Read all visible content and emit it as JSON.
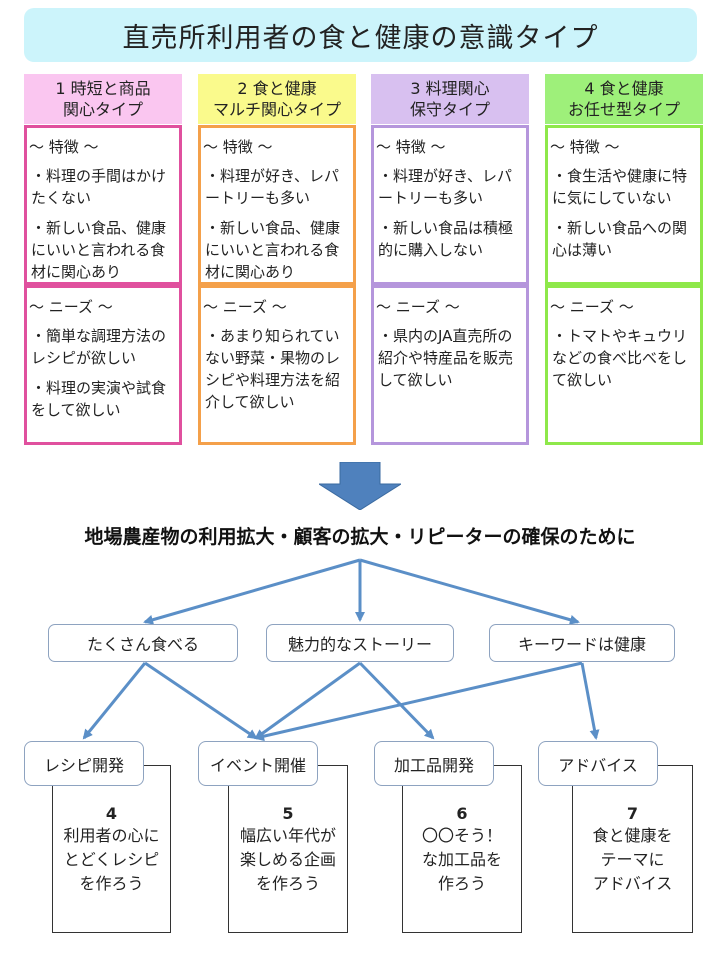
{
  "title": "直売所利用者の食と健康の意識タイプ",
  "types": [
    {
      "head1": "1 時短と商品",
      "head2": "関心タイプ",
      "head_color": "#fac6f0",
      "border_color": "#e0509e",
      "features_title": "～ 特徴 ～",
      "features": [
        "・料理の手間はかけたくない",
        "・新しい食品、健康にいいと言われる食材に関心あり"
      ],
      "needs_title": "～ ニーズ ～",
      "needs": [
        "・簡単な調理方法のレシピが欲しい",
        "・料理の実演や試食をして欲しい"
      ]
    },
    {
      "head1": "2 食と健康",
      "head2": "マルチ関心タイプ",
      "head_color": "#fafa8c",
      "border_color": "#f4a04a",
      "features_title": "～ 特徴 ～",
      "features": [
        "・料理が好き、レパートリーも多い",
        "・新しい食品、健康にいいと言われる食材に関心あり"
      ],
      "needs_title": "～ ニーズ ～",
      "needs": [
        "・あまり知られていない野菜・果物のレシピや料理方法を紹介して欲しい"
      ]
    },
    {
      "head1": "3 料理関心",
      "head2": "保守タイプ",
      "head_color": "#d8c0f0",
      "border_color": "#b596dc",
      "features_title": "～ 特徴 ～",
      "features": [
        "・料理が好き、レパートリーも多い",
        "・新しい食品は積極的に購入しない"
      ],
      "needs_title": "～ ニーズ ～",
      "needs": [
        "・県内のJA直売所の紹介や特産品を販売して欲しい"
      ]
    },
    {
      "head1": "4 食と健康",
      "head2": "お任せ型タイプ",
      "head_color": "#9ef07a",
      "border_color": "#8ee84a",
      "features_title": "～ 特徴 ～",
      "features": [
        "・食生活や健康に特に気にしていない",
        "・新しい食品への関心は薄い"
      ],
      "needs_title": "～ ニーズ ～",
      "needs": [
        "・トマトやキュウリなどの食べ比べをして欲しい"
      ]
    }
  ],
  "main_heading": "地場農産物の利用拡大・顧客の拡大・リピーターの確保のために",
  "themes": [
    "たくさん食べる",
    "魅力的なストーリー",
    "キーワードは健康"
  ],
  "actions": [
    {
      "label": "レシピ開発",
      "number": "4",
      "desc": [
        "利用者の心に",
        "とどくレシピ",
        "を作ろう"
      ]
    },
    {
      "label": "イベント開催",
      "number": "5",
      "desc": [
        "幅広い年代が",
        "楽しめる企画",
        "を作ろう"
      ]
    },
    {
      "label": "加工品開発",
      "number": "6",
      "desc": [
        "〇〇そう！",
        "な加工品を",
        "作ろう"
      ]
    },
    {
      "label": "アドバイス",
      "number": "7",
      "desc": [
        "食と健康を",
        "テーマに",
        "アドバイス"
      ]
    }
  ],
  "colors": {
    "title_bg": "#ccf4fb",
    "arrow": "#4f81bd",
    "connector": "#5b8fc7"
  }
}
